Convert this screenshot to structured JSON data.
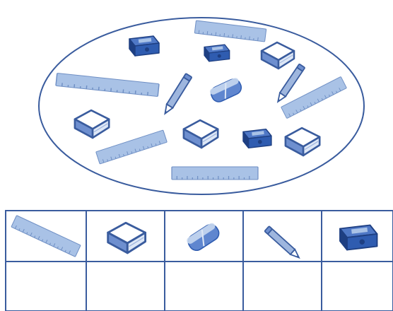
{
  "colors": {
    "outline": "#3a5c9e",
    "ruler_fill": "#a9c2e6",
    "ruler_tick": "#6f8fc4",
    "book_fill": "#ffffff",
    "book_cover": "#6e8fcf",
    "eraser_fill": "#5f86cf",
    "eraser_light": "#c8d8f0",
    "pencil_fill": "#9eb6de",
    "sharpener_fill": "#2f5cb0",
    "sharpener_dark": "#1e3f82"
  },
  "oval_items": [
    "ruler",
    "ruler",
    "ruler",
    "ruler",
    "ruler",
    "book",
    "book",
    "book",
    "book",
    "eraser",
    "pencil",
    "pencil",
    "sharpener",
    "sharpener",
    "sharpener"
  ],
  "table": {
    "columns": [
      "ruler-icon",
      "book-icon",
      "eraser-icon",
      "pencil-icon",
      "sharpener-icon"
    ],
    "counts_row": [
      "",
      "",
      "",
      "",
      ""
    ]
  }
}
